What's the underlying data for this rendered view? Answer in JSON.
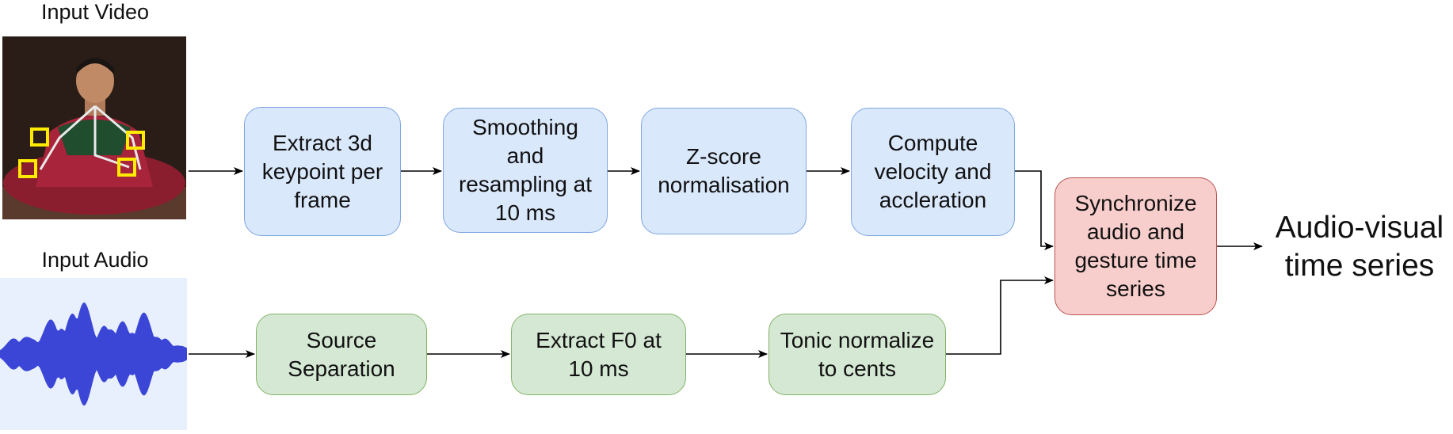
{
  "inputs": {
    "video_label": "Input Video",
    "audio_label": "Input Audio"
  },
  "video_pipeline": [
    {
      "id": "extract3d",
      "label": "Extract 3d\nkeypoint per\nframe"
    },
    {
      "id": "smoothing",
      "label": "Smoothing\nand\nresampling at\n10 ms"
    },
    {
      "id": "zscore",
      "label": "Z-score\nnormalisation"
    },
    {
      "id": "velocity",
      "label": "Compute\nvelocity and\naccleration"
    }
  ],
  "audio_pipeline": [
    {
      "id": "source_sep",
      "label": "Source\nSeparation"
    },
    {
      "id": "extract_f0",
      "label": "Extract F0 at\n10 ms"
    },
    {
      "id": "tonic",
      "label": "Tonic normalize\nto cents"
    }
  ],
  "sync": {
    "label": "Synchronize\naudio and\ngesture time\nseries"
  },
  "output": {
    "label": "Audio-visual\ntime series"
  },
  "colors": {
    "video_box_fill": "#dae8fc",
    "video_box_border": "#7ea6e0",
    "audio_box_fill": "#d5e8d4",
    "audio_box_border": "#82b366",
    "sync_box_fill": "#f8cecc",
    "sync_box_border": "#b85450",
    "keypoint_marker": "#ffeb00",
    "waveform": "#3b46d6"
  },
  "icons": {
    "video_thumbnail": "seated-dancer-with-keypoints",
    "audio_thumbnail": "audio-waveform"
  }
}
